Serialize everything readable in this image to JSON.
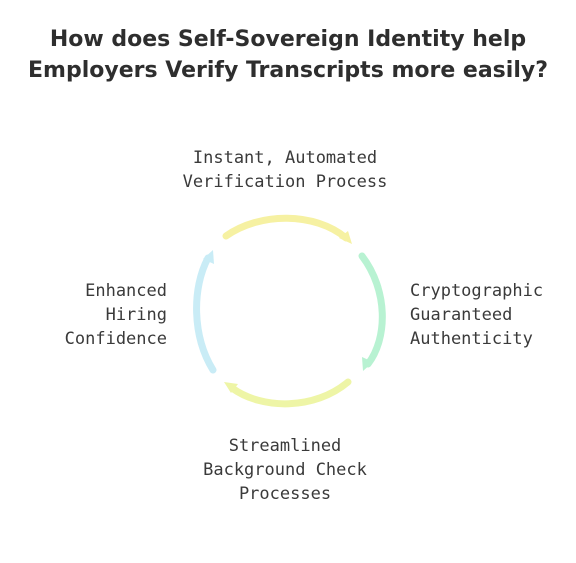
{
  "title": {
    "line1": "How does Self-Sovereign Identity help",
    "line2": "Employers Verify Transcripts more easily?"
  },
  "steps": [
    {
      "lines": [
        "Instant, Automated",
        "Verification Process"
      ],
      "color": "#f6f1a2"
    },
    {
      "lines": [
        "Cryptographic",
        "Guaranteed",
        "Authenticity"
      ],
      "color": "#b8f2d2"
    },
    {
      "lines": [
        "Streamlined",
        "Background Check",
        "Processes"
      ],
      "color": "#eef5a6"
    },
    {
      "lines": [
        "Enhanced",
        "Hiring",
        "Confidence"
      ],
      "color": "#c9ecf6"
    }
  ]
}
